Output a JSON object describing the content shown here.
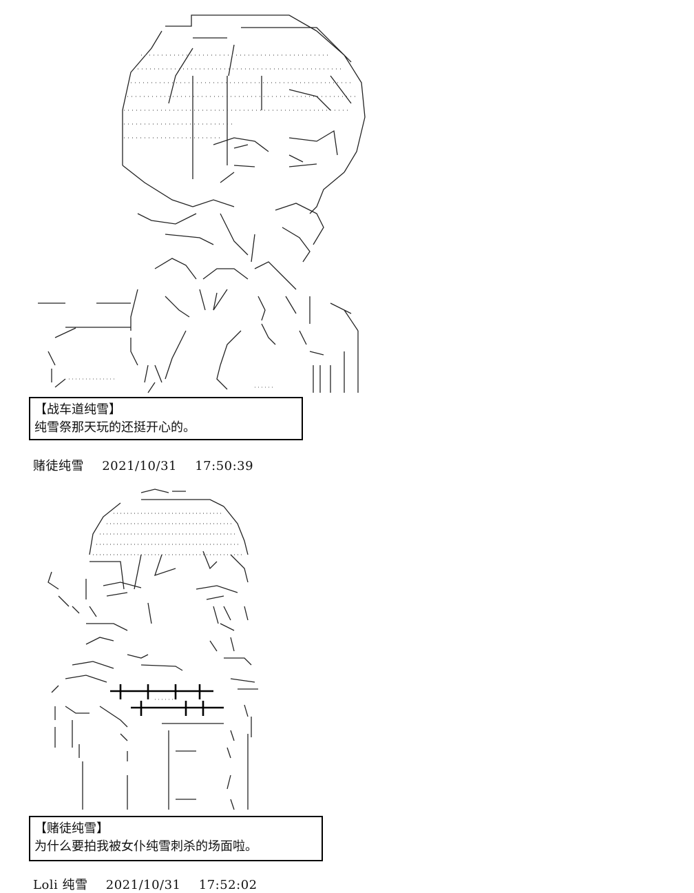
{
  "posts": [
    {
      "art_subject": "ascii-art-character",
      "caption": {
        "speaker": "【战车道纯雪】",
        "text": "纯雪祭那天玩的还挺开心的。"
      },
      "author": "赌徒纯雪",
      "date": "2021/10/31",
      "time": "17:50:39"
    },
    {
      "art_subject": "ascii-art-character",
      "caption": {
        "speaker": "【赌徒纯雪】",
        "text": "为什么要拍我被女仆纯雪刺杀的场面啦。"
      },
      "author": "Loli 纯雪",
      "date": "2021/10/31",
      "time": "17:52:02"
    }
  ]
}
